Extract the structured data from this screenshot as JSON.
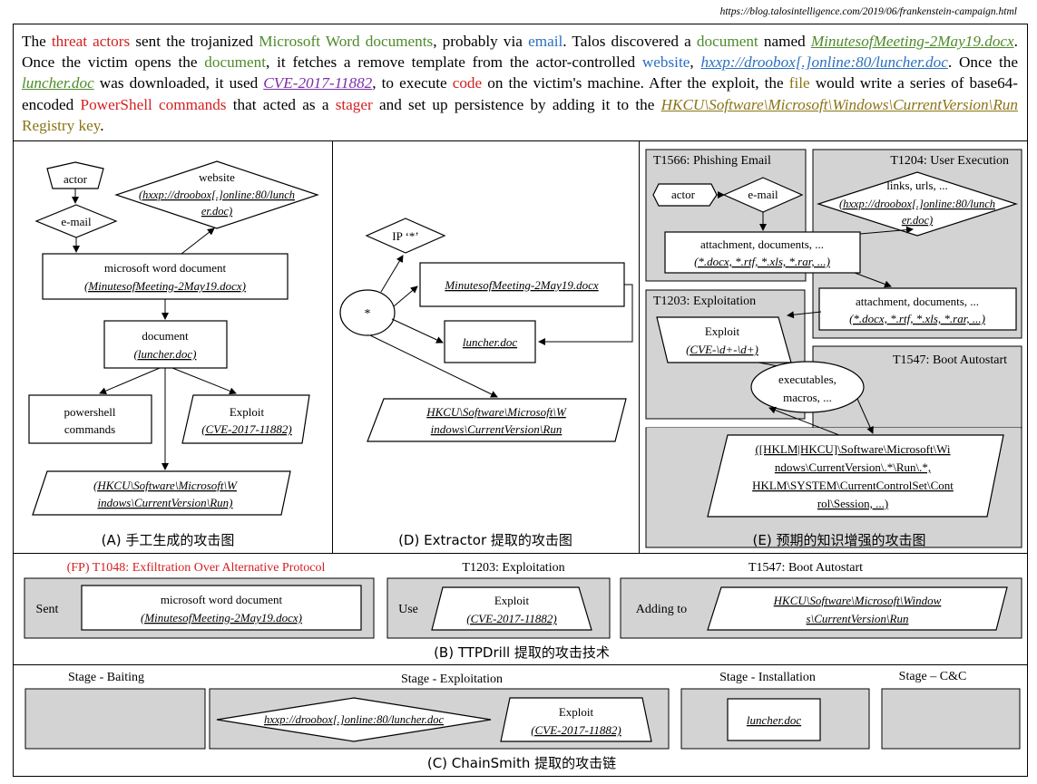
{
  "url": "https://blog.talosintelligence.com/2019/06/frankenstein-campaign.html",
  "paragraph": [
    {
      "t": "The "
    },
    {
      "t": "threat actors",
      "c": "red"
    },
    {
      "t": " sent the trojanized "
    },
    {
      "t": "Microsoft Word documents",
      "c": "green"
    },
    {
      "t": ", probably via "
    },
    {
      "t": "email",
      "c": "blue"
    },
    {
      "t": ". Talos discovered a "
    },
    {
      "t": "document",
      "c": "green"
    },
    {
      "t": " named "
    },
    {
      "t": "MinutesofMeeting-2May19.docx",
      "c": "green",
      "u": true
    },
    {
      "t": ". Once the victim opens the "
    },
    {
      "t": "document",
      "c": "green"
    },
    {
      "t": ", it fetches a remove template from the actor-controlled "
    },
    {
      "t": "website",
      "c": "blue"
    },
    {
      "t": ", "
    },
    {
      "t": "hxxp://droobox[.]online:80/luncher.doc",
      "c": "blue",
      "u": true
    },
    {
      "t": ". Once the "
    },
    {
      "t": "luncher.doc",
      "c": "green",
      "u": true
    },
    {
      "t": " was downloaded, it used "
    },
    {
      "t": "CVE-2017-11882",
      "c": "purple",
      "u": true
    },
    {
      "t": ", to execute "
    },
    {
      "t": "code",
      "c": "red"
    },
    {
      "t": " on the victim's machine. After the exploit, the "
    },
    {
      "t": "file",
      "c": "olive"
    },
    {
      "t": " would write a series of base64-encoded "
    },
    {
      "t": "PowerShell commands",
      "c": "red"
    },
    {
      "t": " that acted as a "
    },
    {
      "t": "stager",
      "c": "red"
    },
    {
      "t": " and set up persistence by adding it to the "
    },
    {
      "t": "HKCU\\Software\\Microsoft\\Windows\\CurrentVersion\\Run",
      "c": "olive",
      "u": true
    },
    {
      "t": " Registry key",
      "c": "olive"
    },
    {
      "t": "."
    }
  ],
  "panelA": {
    "caption": "(A) 手工生成的攻击图",
    "actor": "actor",
    "email": "e-mail",
    "website": "website",
    "website_url_1": "(hxxp://droobox[.]online:80/lunch",
    "website_url_2": "er.doc)",
    "msword": "microsoft word document",
    "msword_file": "(MinutesofMeeting-2May19.docx)",
    "document": "document",
    "document_file": "(luncher.doc)",
    "powershell_1": "powershell",
    "powershell_2": "commands",
    "exploit": "Exploit",
    "exploit_cve": "(CVE-2017-11882)",
    "reg_1": "(HKCU\\Software\\Microsoft\\W",
    "reg_2": "indows\\CurrentVersion\\Run)"
  },
  "panelD": {
    "caption": "(D) Extractor 提取的攻击图",
    "ip": "IP ‘*’",
    "star": "*",
    "minutes": "MinutesofMeeting-2May19.docx",
    "luncher": "luncher.doc",
    "reg_1": "HKCU\\Software\\Microsoft\\W",
    "reg_2": "indows\\CurrentVersion\\Run"
  },
  "panelE": {
    "caption": "(E) 预期的知识增强的攻击图",
    "t1566": "T1566: Phishing Email",
    "t1204": "T1204: User Execution",
    "t1203": "T1203: Exploitation",
    "t1547": "T1547: Boot Autostart",
    "actor": "actor",
    "email": "e-mail",
    "links_1": "links, urls, ...",
    "links_2": "(hxxp://droobox[.]online:80/lunch",
    "links_3": "er.doc)",
    "attach1_1": "attachment, documents, ...",
    "attach1_2": "(*.docx, *.rtf, *.xls, *.rar, ...)",
    "attach2_1": "attachment, documents, ...",
    "attach2_2": "(*.docx, *.rtf, *.xls, *.rar, ...)",
    "exploit_1": "Exploit",
    "exploit_2": "(CVE-\\d+-\\d+)",
    "exec_1": "executables,",
    "exec_2": "macros, ...",
    "reg_1": "([HKLM|HKCU]\\Software\\Microsoft\\Wi",
    "reg_2": "ndows\\CurrentVersion\\.*\\Run\\.*,",
    "reg_3": "HKLM\\SYSTEM\\CurrentControlSet\\Cont",
    "reg_4": "rol\\Session, ...)"
  },
  "panelB": {
    "caption": "(B) TTPDrill 提取的攻击技术",
    "fp_title": "(FP) T1048: Exfiltration Over Alternative Protocol",
    "t1203": "T1203: Exploitation",
    "t1547": "T1547: Boot Autostart",
    "sent": "Sent",
    "msword_1": "microsoft word document",
    "msword_2": "(MinutesofMeeting-2May19.docx)",
    "use": "Use",
    "exploit_1": "Exploit",
    "exploit_2": "(CVE-2017-11882)",
    "adding": "Adding to",
    "reg_1": "HKCU\\Software\\Microsoft\\Window",
    "reg_2": "s\\CurrentVersion\\Run"
  },
  "panelC": {
    "caption": "(C) ChainSmith 提取的攻击链",
    "stage_baiting": "Stage - Baiting",
    "stage_exploit": "Stage - Exploitation",
    "stage_install": "Stage - Installation",
    "stage_cc": "Stage – C&C",
    "url": "hxxp://droobox[.]online:80/luncher.doc",
    "exploit_1": "Exploit",
    "exploit_2": "(CVE-2017-11882)",
    "luncher": "luncher.doc"
  },
  "colors": {
    "red": "#d42020",
    "green": "#4e8a2a",
    "blue": "#2a6fc0",
    "olive": "#8a7415",
    "purple": "#7b2fa6",
    "gray": "#d3d3d3"
  }
}
